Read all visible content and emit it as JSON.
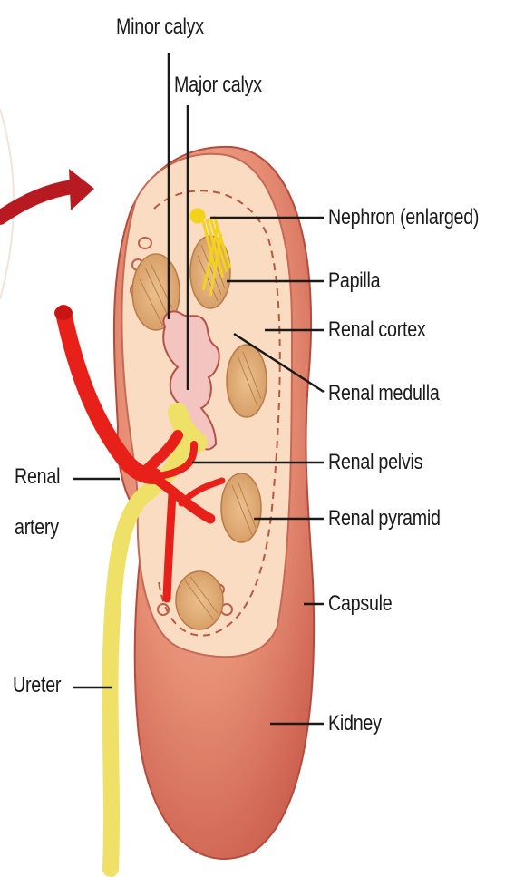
{
  "labels": {
    "minor_calyx": "Minor calyx",
    "major_calyx": "Major calyx",
    "nephron": "Nephron (enlarged)",
    "papilla": "Papilla",
    "renal_cortex": "Renal cortex",
    "renal_medulla": "Renal medulla",
    "renal_pelvis": "Renal pelvis",
    "renal_pyramid": "Renal pyramid",
    "capsule": "Capsule",
    "kidney": "Kidney",
    "renal_artery_line1": "Renal",
    "renal_artery_line2": "artery",
    "ureter": "Ureter"
  },
  "colors": {
    "kidney_outer": "#d8705c",
    "kidney_inner": "#f8dcc0",
    "pyramid": "#e2b07a",
    "artery": "#e8201a",
    "ureter": "#f0e060",
    "arrow": "#b81a22",
    "leader": "#1a1a1a"
  }
}
